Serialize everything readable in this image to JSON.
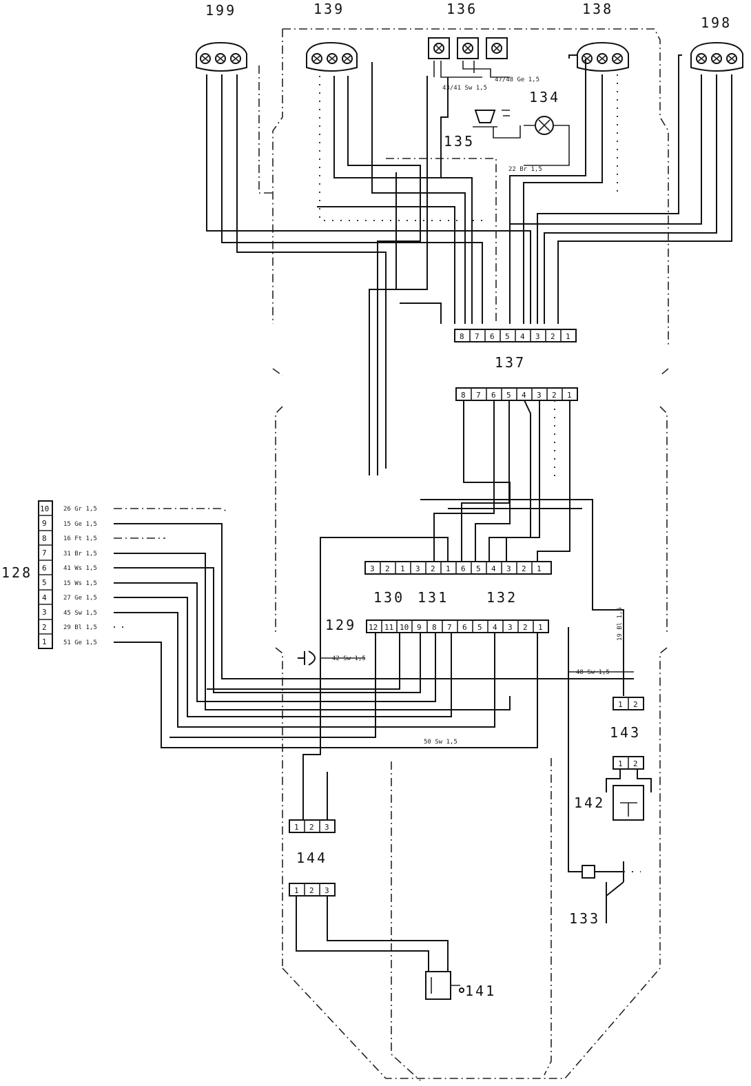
{
  "components": {
    "c199": "199",
    "c139": "139",
    "c136": "136",
    "c138": "138",
    "c198": "198",
    "c134": "134",
    "c135": "135",
    "c137": "137",
    "c128": "128",
    "c130": "130",
    "c131": "131",
    "c132": "132",
    "c129": "129",
    "c143": "143",
    "c142": "142",
    "c144": "144",
    "c133": "133",
    "c141": "141"
  },
  "connectors": {
    "top8": [
      "8",
      "7",
      "6",
      "5",
      "4",
      "3",
      "2",
      "1"
    ],
    "mid8": [
      "8",
      "7",
      "6",
      "5",
      "4",
      "3",
      "2",
      "1"
    ],
    "left10": [
      "1",
      "2",
      "3",
      "4",
      "5",
      "6",
      "7",
      "8",
      "9",
      "10"
    ],
    "row130": [
      "3",
      "2",
      "1"
    ],
    "row131": [
      "3",
      "2",
      "1"
    ],
    "row132": [
      "6",
      "5",
      "4",
      "3",
      "2",
      "1"
    ],
    "row129": [
      "12",
      "11",
      "10",
      "9",
      "8",
      "7",
      "6",
      "5",
      "4",
      "3",
      "2",
      "1"
    ],
    "c143_pins_a": [
      "1",
      "2"
    ],
    "c143_pins_b": [
      "1",
      "2"
    ],
    "c144_pins_a": [
      "1",
      "2",
      "3"
    ],
    "c144_pins_b": [
      "1",
      "2",
      "3"
    ]
  },
  "wire_labels": {
    "left": [
      "26 Gr 1,5",
      "15 Ge 1,5",
      "16 Ft 1,5",
      "31 Br 1,5",
      "41 Ws 1,5",
      "15 Ws 1,5",
      "27 Ge 1,5",
      "45 Sw 1,5",
      "29 Bl 1,5",
      "51 Ge 1,5"
    ],
    "w136_a": "43/41 Sw 1,5",
    "w136_b": "47/48 Ge 1,5",
    "w134": "22 Br 1,5",
    "w129": "42 Sw 1,5",
    "w_mid": "48 Sw 1,5",
    "w_right": "19 Bl 1,5",
    "w_bottom": "50 Sw 1,5"
  }
}
